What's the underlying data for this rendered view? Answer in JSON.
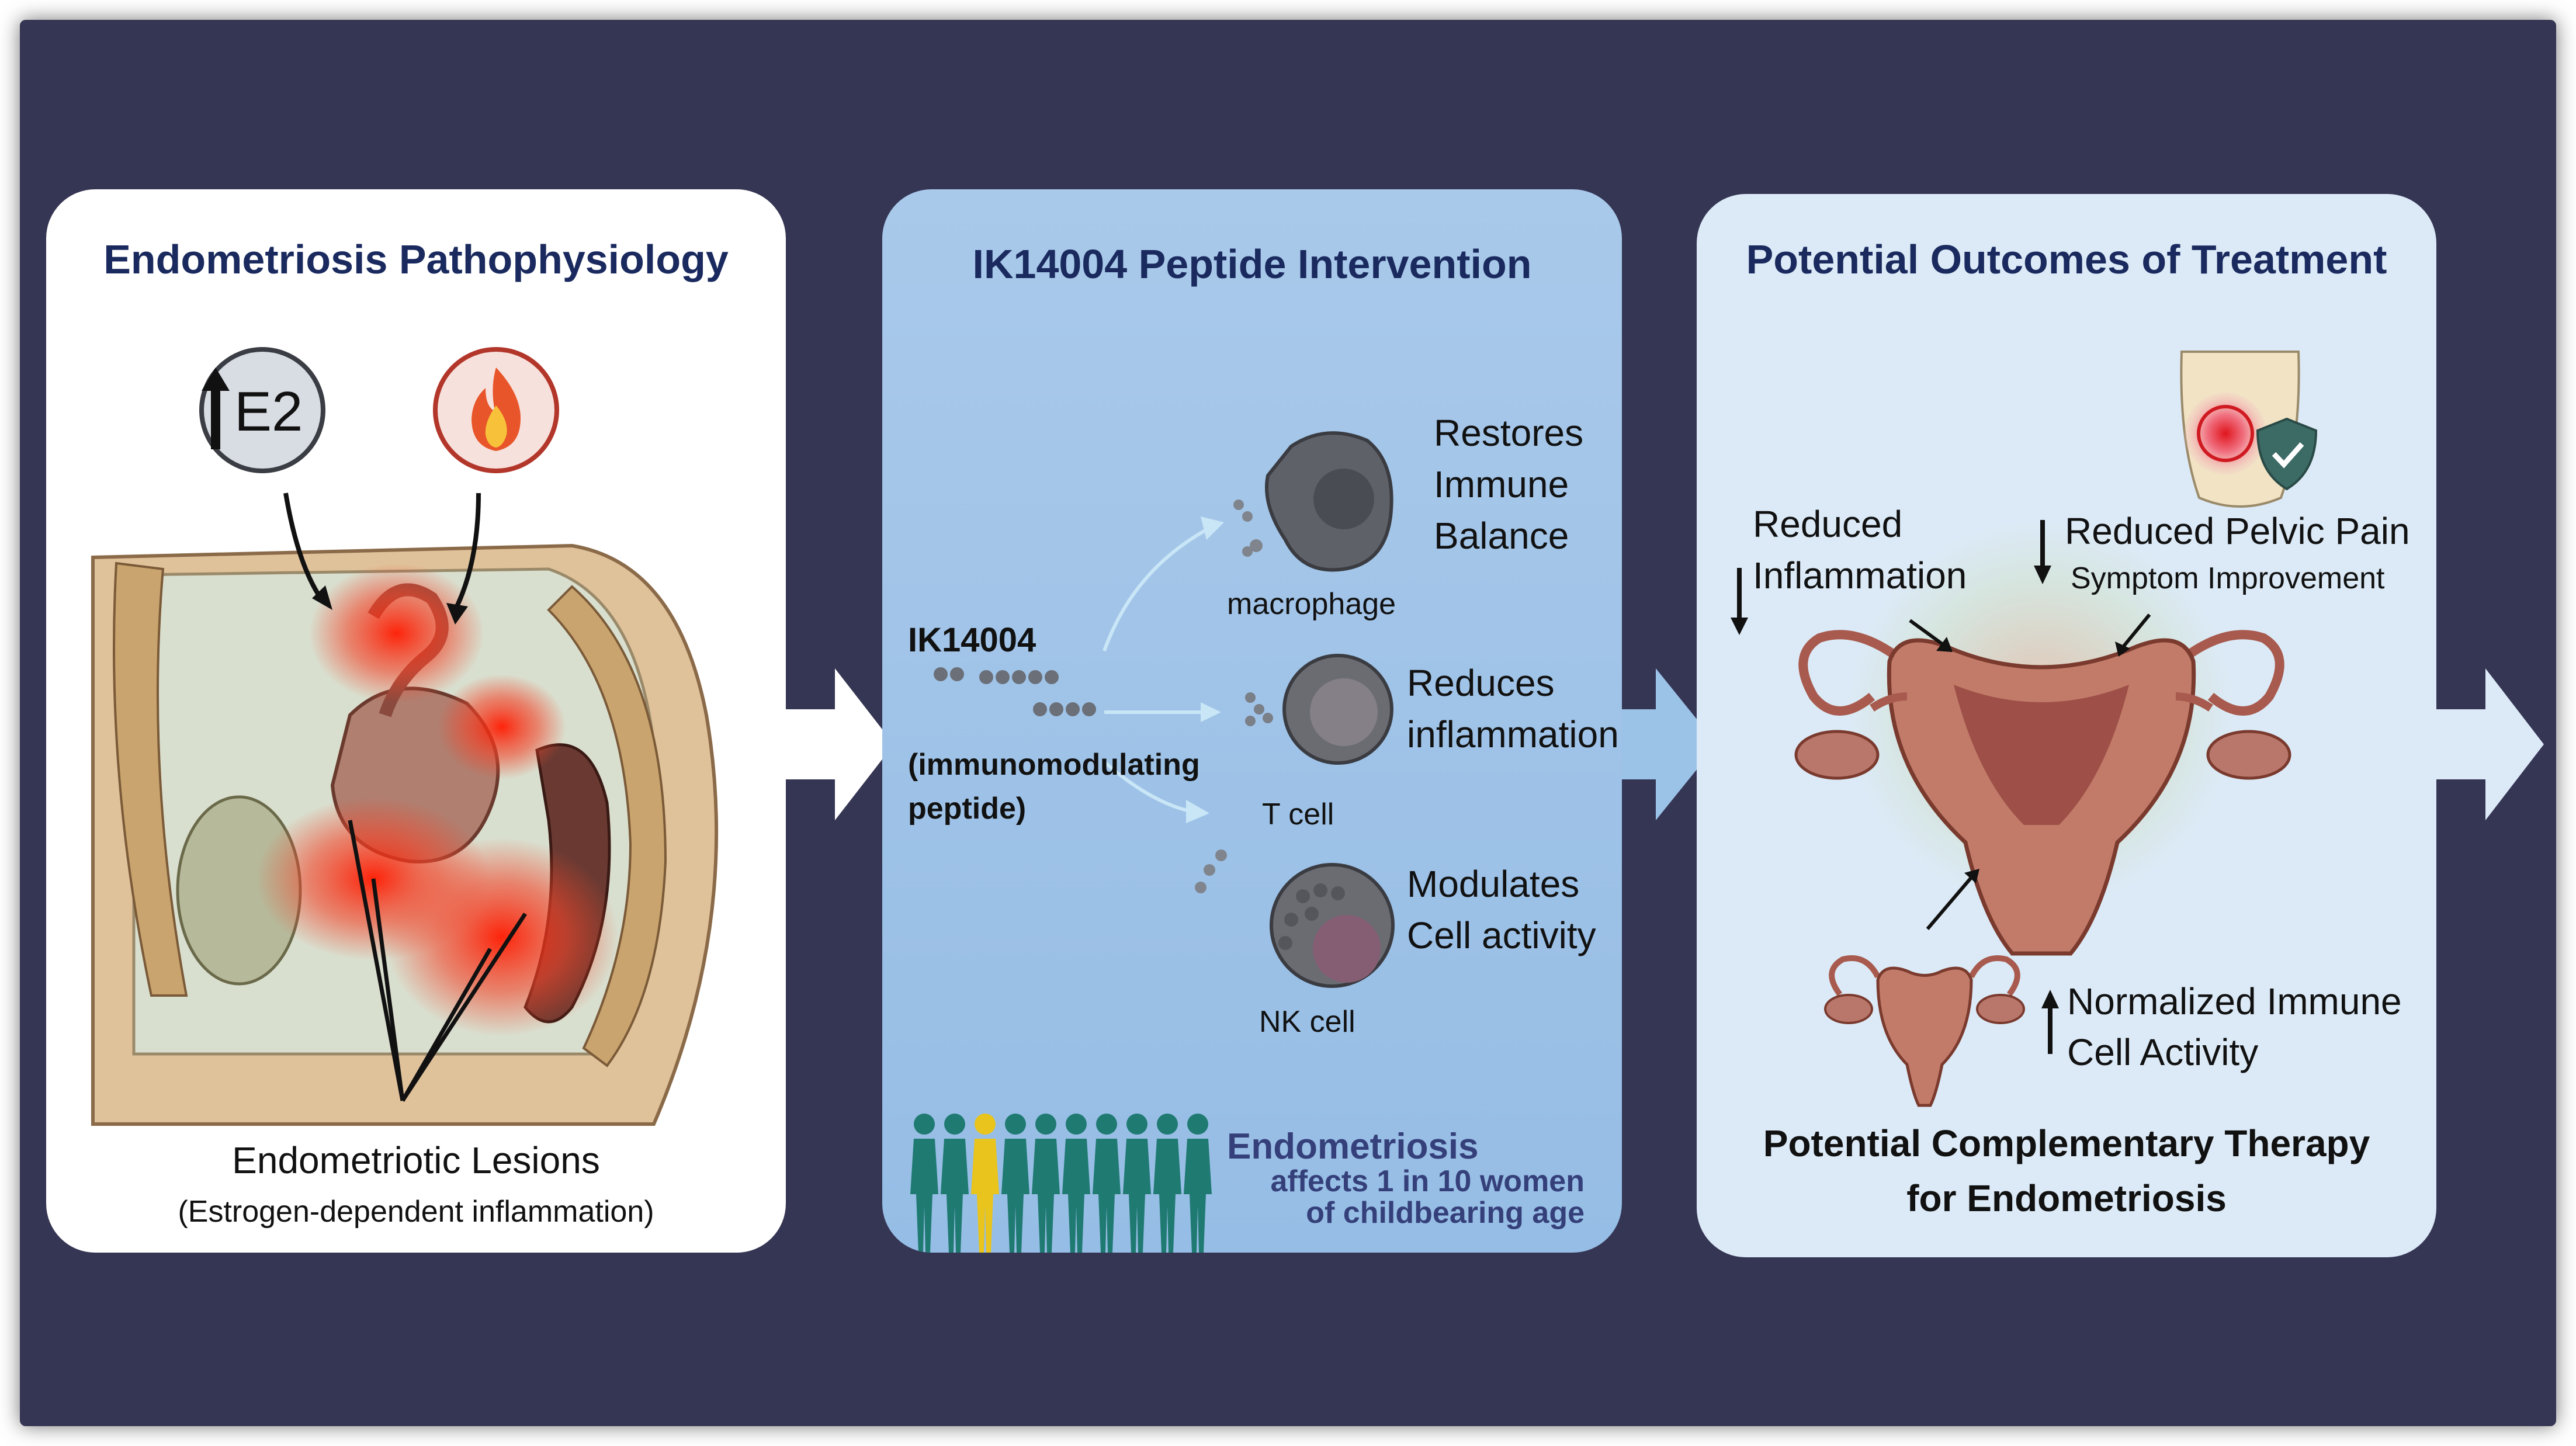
{
  "panels": {
    "pathophysiology": {
      "title": "Endometriosis Pathophysiology",
      "estrogen_badge": "E2",
      "estrogen_badge_icon": "up-arrow-icon",
      "inflammation_badge_icon": "flame-icon",
      "lesions_label": "Endometriotic Lesions",
      "lesions_sub": "(Estrogen-dependent inflammation)"
    },
    "intervention": {
      "title": "IK14004 Peptide Intervention",
      "peptide_name": "IK14004",
      "peptide_desc_1": "(immunomodulating",
      "peptide_desc_2": "peptide)",
      "cells": [
        {
          "name": "macrophage",
          "effect_1": "Restores",
          "effect_2": "Immune",
          "effect_3": "Balance"
        },
        {
          "name": "T cell",
          "effect_1": "Reduces",
          "effect_2": "inflammation"
        },
        {
          "name": "NK cell",
          "effect_1": "Modulates",
          "effect_2": "Cell activity"
        }
      ],
      "stat_title": "Endometriosis",
      "stat_line_1": "affects 1 in 10 women",
      "stat_line_2": "of childbearing age",
      "highlight_color": "#e8c41c",
      "crowd_color": "#1f7a72"
    },
    "outcomes": {
      "title": "Potential Outcomes of Treatment",
      "inflammation_1": "Reduced",
      "inflammation_2": "Inflammation",
      "pain_1": "Reduced Pelvic Pain",
      "pain_2": "Symptom Improvement",
      "immune_1": "Normalized Immune",
      "immune_2": "Cell Activity",
      "conclusion_1": "Potential Complementary Therapy",
      "conclusion_2": "for Endometriosis",
      "shield_icon": "shield-check-icon"
    }
  },
  "colors": {
    "background": "#353554",
    "title_color": "#1a2a5e",
    "uterus": "#a85a4e",
    "inflammation": "#e8342a"
  }
}
